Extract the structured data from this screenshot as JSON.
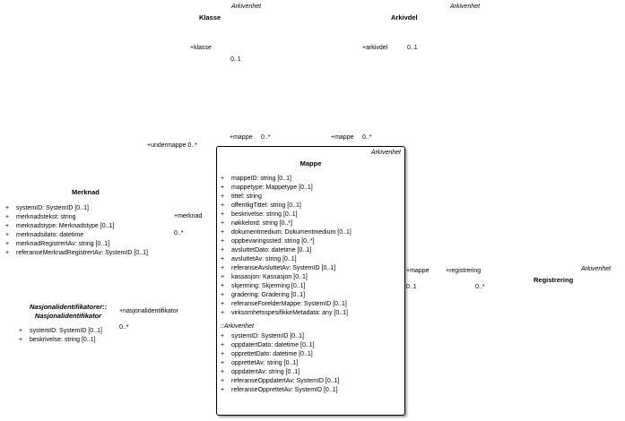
{
  "klasse": {
    "stereotype": "Arkivenhet",
    "name": "Klasse"
  },
  "arkivdel": {
    "stereotype": "Arkivenhet",
    "name": "Arkivdel"
  },
  "merknad": {
    "name": "Merknad",
    "attributes": [
      {
        "vis": "+",
        "text": "systemID: SystemID [0..1]"
      },
      {
        "vis": "+",
        "text": "merknadstekst: string"
      },
      {
        "vis": "+",
        "text": "merknadstype: Merknadstype [0..1]"
      },
      {
        "vis": "+",
        "text": "merknadsdato: datetime"
      },
      {
        "vis": "+",
        "text": "merknadRegistrertAv: string [0..1]"
      },
      {
        "vis": "+",
        "text": "referanseMerknadRegistrertAv: SystemID [0..1]"
      }
    ]
  },
  "nasjonal": {
    "name_line1": "Nasjonalidentifikatorer::",
    "name_line2": "Nasjonalidentifikator",
    "attributes": [
      {
        "vis": "+",
        "text": "systemID: SystemID [0..1]"
      },
      {
        "vis": "+",
        "text": "beskrivelse: string [0..1]"
      }
    ]
  },
  "registrering": {
    "stereotype": "Arkivenhet",
    "name": "Registrering"
  },
  "mappe": {
    "stereotype": "Arkivenhet",
    "name": "Mappe",
    "attributes": [
      {
        "vis": "+",
        "text": "mappeID: string [0..1]"
      },
      {
        "vis": "+",
        "text": "mappetype: Mappetype [0..1]"
      },
      {
        "vis": "+",
        "text": "tittel: string"
      },
      {
        "vis": "+",
        "text": "offentligTittel: string [0..1]"
      },
      {
        "vis": "+",
        "text": "beskrivelse: string [0..1]"
      },
      {
        "vis": "+",
        "text": "nøkkelord: string [0..*]"
      },
      {
        "vis": "+",
        "text": "dokumentmedium: Dokumentmedium [0..1]"
      },
      {
        "vis": "+",
        "text": "oppbevaringssted: string [0..*]"
      },
      {
        "vis": "+",
        "text": "avsluttetDato: datetime [0..1]"
      },
      {
        "vis": "+",
        "text": "avsluttetAv: string [0..1]"
      },
      {
        "vis": "+",
        "text": "referanseAvsluttetAv: SystemID [0..1]"
      },
      {
        "vis": "+",
        "text": "kassasjon: Kassasjon [0..1]"
      },
      {
        "vis": "+",
        "text": "skjerming: Skjerming [0..1]"
      },
      {
        "vis": "+",
        "text": "gradering: Gradering [0..1]"
      },
      {
        "vis": "+",
        "text": "referanseForelderMappe: SystemID [0..1]"
      },
      {
        "vis": "+",
        "text": "virksomhetsspesifikkeMetadata: any [0..1]"
      }
    ],
    "inherited_label": "::Arkivenhet",
    "inherited": [
      {
        "vis": "+",
        "text": "systemID: SystemID [0..1]"
      },
      {
        "vis": "+",
        "text": "oppdatertDato: datetime [0..1]"
      },
      {
        "vis": "+",
        "text": "opprettetDato: datetime [0..1]"
      },
      {
        "vis": "+",
        "text": "opprettetAv: string [0..1]"
      },
      {
        "vis": "+",
        "text": "oppdatertAv: string [0..1]"
      },
      {
        "vis": "+",
        "text": "referanseOppdatertAv: SystemID [0..1]"
      },
      {
        "vis": "+",
        "text": "referanseOpprettetAv: SystemID [0..1]"
      }
    ]
  },
  "labels": {
    "klasse_role": "+klasse",
    "klasse_mult": "0..1",
    "arkivdel_role": "+arkivdel",
    "arkivdel_mult": "0..1",
    "undermappe": "+undermappe 0..*",
    "mappe1_role": "+mappe",
    "mappe1_mult": "0..*",
    "mappe2_role": "+mappe",
    "mappe2_mult": "0..*",
    "merknad_role": "+merknad",
    "merknad_mult": "0..*",
    "nasjonal_role": "+nasjonalidentifikator",
    "nasjonal_mult": "0..*",
    "reg_mappe_role": "+mappe",
    "reg_mappe_mult": "0..1",
    "reg_role": "+registrering",
    "reg_mult": "0..*"
  }
}
